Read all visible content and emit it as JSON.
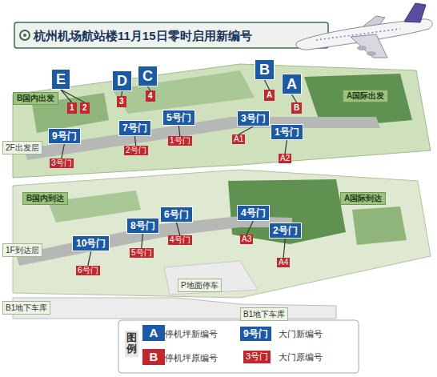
{
  "diagram": {
    "title": "杭州机场航站楼11月15日零时启用新编号",
    "nodes": [
      {
        "text": [
          "E"
        ]
      },
      {
        "text": [
          "D"
        ]
      },
      {
        "text": [
          "C"
        ]
      },
      {
        "text": [
          "B"
        ]
      },
      {
        "text": [
          "A"
        ]
      },
      {
        "text": [
          "1"
        ]
      },
      {
        "text": [
          "2"
        ]
      },
      {
        "text": [
          "3"
        ]
      },
      {
        "text": [
          "4"
        ]
      },
      {
        "text": [
          "A"
        ]
      },
      {
        "text": [
          "B"
        ]
      },
      {
        "text": [
          "9号门"
        ]
      },
      {
        "text": [
          "7号门"
        ]
      },
      {
        "text": [
          "5号门"
        ]
      },
      {
        "text": [
          "3号门"
        ]
      },
      {
        "text": [
          "1号门"
        ]
      },
      {
        "text": [
          "3号门"
        ]
      },
      {
        "text": [
          "2号门"
        ]
      },
      {
        "text": [
          "1号门"
        ]
      },
      {
        "text": [
          "A1"
        ]
      },
      {
        "text": [
          "A2"
        ]
      },
      {
        "text": [
          "6号门"
        ]
      },
      {
        "text": [
          "4号门"
        ]
      },
      {
        "text": [
          "8号门"
        ]
      },
      {
        "text": [
          "2号门"
        ]
      },
      {
        "text": [
          "10号门"
        ]
      },
      {
        "text": [
          "4号门"
        ]
      },
      {
        "text": [
          "A3"
        ]
      },
      {
        "text": [
          "5号门"
        ]
      },
      {
        "text": [
          "A4"
        ]
      },
      {
        "text": [
          "6号门"
        ]
      },
      {
        "text": [
          "B国内出发"
        ]
      },
      {
        "text": [
          "A国际出发"
        ]
      },
      {
        "text": [
          "2F出发层"
        ]
      },
      {
        "text": [
          "B国内到达"
        ]
      },
      {
        "text": [
          "A国际到达"
        ]
      },
      {
        "text": [
          "1F到达层"
        ]
      },
      {
        "text": [
          "P地面停车"
        ]
      },
      {
        "text": [
          "B1地下车库"
        ]
      },
      {
        "text": [
          "B1地下车库"
        ]
      }
    ],
    "edges": [
      {
        "from": 0,
        "to": 5,
        "arrow": "none"
      },
      {
        "from": 0,
        "to": 6,
        "arrow": "none"
      },
      {
        "from": 1,
        "to": 7,
        "arrow": "none"
      },
      {
        "from": 2,
        "to": 8,
        "arrow": "none"
      },
      {
        "from": 3,
        "to": 9,
        "arrow": "none"
      },
      {
        "from": 4,
        "to": 10,
        "arrow": "none"
      },
      {
        "from": 11,
        "to": 16,
        "arrow": "none"
      },
      {
        "from": 12,
        "to": 17,
        "arrow": "none"
      },
      {
        "from": 13,
        "to": 18,
        "arrow": "none"
      },
      {
        "from": 14,
        "to": 19,
        "arrow": "none"
      },
      {
        "from": 15,
        "to": 20,
        "arrow": "none"
      },
      {
        "from": 21,
        "to": 26,
        "arrow": "none"
      },
      {
        "from": 22,
        "to": 27,
        "arrow": "none"
      },
      {
        "from": 23,
        "to": 28,
        "arrow": "none"
      },
      {
        "from": 24,
        "to": 29,
        "arrow": "none"
      },
      {
        "from": 25,
        "to": 30,
        "arrow": "none"
      }
    ],
    "labels": [
      "A",
      "B",
      "9号门",
      "3号门",
      "图例"
    ],
    "legend": [
      {
        "text": "停机坪新编号",
        "color": "#1b5aa6"
      },
      {
        "text": "停机坪原编号",
        "color": "#c1272d"
      },
      {
        "text": "大门新编号",
        "color": "#1b5aa6"
      },
      {
        "text": "大门原编号",
        "color": "#c1272d"
      }
    ]
  }
}
